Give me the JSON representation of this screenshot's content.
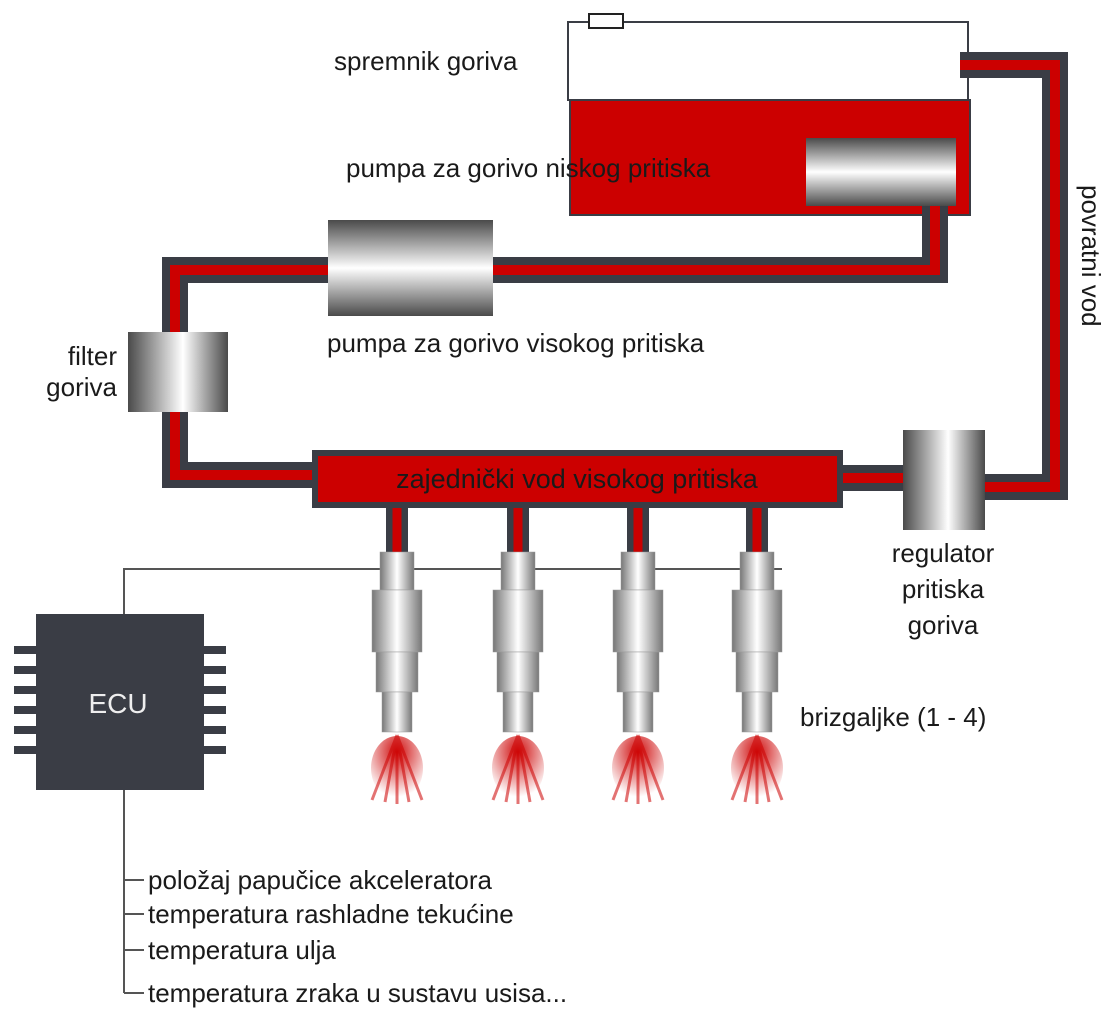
{
  "labels": {
    "tank": "spremnik goriva",
    "low_pump": "pumpa za gorivo niskog pritiska",
    "high_pump": "pumpa za gorivo visokog pritiska",
    "filter_line1": "filter",
    "filter_line2": "goriva",
    "return_line": "povratni vod",
    "rail": "zajednički vod visokog pritiska",
    "regulator_line1": "regulator",
    "regulator_line2": "pritiska",
    "regulator_line3": "goriva",
    "injectors": "brizgaljke (1 - 4)",
    "ecu": "ECU"
  },
  "ecu_inputs": [
    "položaj papučice akceleratora",
    "temperatura rashladne tekućine",
    "temperatura ulja",
    "temperatura zraka u sustavu usisa..."
  ],
  "colors": {
    "fuel_red": "#cc0000",
    "pipe_casing": "#3a3d45",
    "ecu_body": "#3a3d45",
    "wire": "#555555"
  }
}
